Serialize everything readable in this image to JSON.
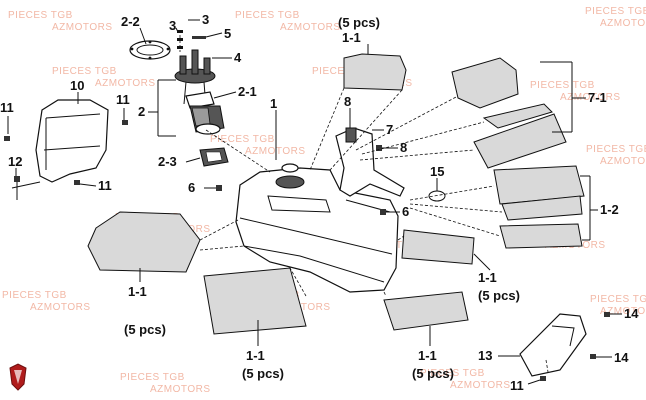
{
  "watermark": {
    "line1": "PIECES TGB",
    "line2": "AZMOTORS"
  },
  "labels": {
    "l_2_2": "2-2",
    "l_3": "3",
    "l_3b": "3",
    "l_5": "5",
    "l_4": "4",
    "l_2": "2",
    "l_2_1": "2-1",
    "l_2_3": "2-3",
    "l_10": "10",
    "l_11a": "11",
    "l_11b": "11",
    "l_12": "12",
    "l_11c": "11",
    "l_1": "1",
    "l_6a": "6",
    "l_6b": "6",
    "l_1_1_top": "1-1",
    "l_5pcs_top": "(5 pcs)",
    "l_8a": "8",
    "l_7": "7",
    "l_8b": "8",
    "l_15": "15",
    "l_7_1": "7-1",
    "l_1_2": "1-2",
    "l_1_1_left": "1-1",
    "l_5pcs_left": "(5 pcs)",
    "l_1_1_bot": "1-1",
    "l_5pcs_bot": "(5 pcs)",
    "l_1_1_mid": "1-1",
    "l_5pcs_mid": "(5 pcs)",
    "l_1_1_right": "1-1",
    "l_5pcs_right": "(5 pcs)",
    "l_14a": "14",
    "l_14b": "14",
    "l_13": "13",
    "l_11d": "11"
  },
  "colors": {
    "watermark": "#f2b8a6",
    "logo": "#b01c1c",
    "ink": "#111111"
  },
  "icons": {
    "logo": "shield-logo-icon"
  }
}
